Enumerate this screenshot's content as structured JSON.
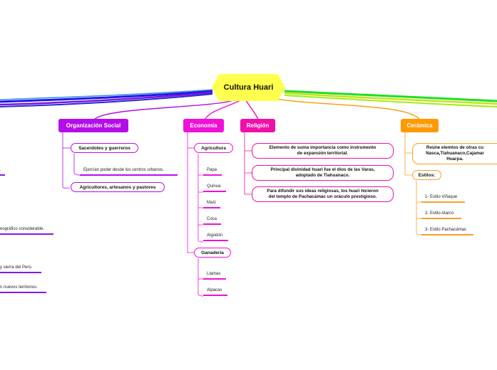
{
  "central": "Cultura Huari",
  "colors": {
    "social": "#b30ee8",
    "economia": "#ee11d8",
    "religion": "#ee11a9",
    "ceramica": "#ff9900",
    "ceramica_leaf": "#f7a02a",
    "left_purple": "#8a16e8",
    "central_fill": "#ffff4d"
  },
  "social": {
    "title": "Organización Social",
    "sacerdotes": "Sacerdotes y guerreros",
    "sacerdotes_detail": "Ejercían poder desde los centros urbanos.",
    "agricultores": "Agricultores, artesanos y pastores"
  },
  "economia": {
    "title": "Economía",
    "agricultura": "Agricultura",
    "crops": [
      "Papa",
      "Quinua",
      "Maíz",
      "Coca",
      "Algodón"
    ],
    "ganaderia": "Ganadería",
    "animals": [
      "Llamas",
      "Alpacas"
    ]
  },
  "religion": {
    "title": "Religión",
    "items": [
      [
        "Elemento de suma importancia como instrumento",
        "de expansión territorial."
      ],
      [
        "Principal divinidad huari fue el dios de las Varas,",
        "adoptado de Tiahuanaco."
      ],
      [
        "Para difundir sus ideas religiosas, los huari hicieron",
        "del templo de Pachacámac un oráculo prestigioso."
      ]
    ]
  },
  "ceramica": {
    "title": "Cerámica",
    "influence": [
      "Reúne elemtos de otras cu",
      "Nasca,Tiahuanaco,Cajamar",
      "Huarpa."
    ],
    "estilos": "Estilos:",
    "styles": [
      "1- Estilo Viñaque",
      "2- Estilo Atarco",
      "3- Estilo Pachacámac"
    ]
  },
  "left_fragments": [
    ".",
    "eográfico considerable.",
    "y sierra del Perú.",
    "n nuevos territorios."
  ]
}
